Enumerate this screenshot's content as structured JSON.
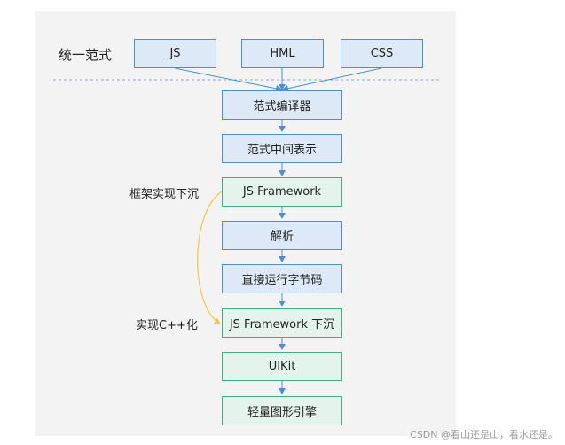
{
  "diagram": {
    "unified_label": "统一范式",
    "inputs": [
      "JS",
      "HML",
      "CSS"
    ],
    "steps": [
      "范式编译器",
      "范式中间表示",
      "JS Framework",
      "解析",
      "直接运行字节码",
      "JS Framework 下沉",
      "UIKit",
      "轻量图形引擎"
    ],
    "side_labels": {
      "sink": "框架实现下沉",
      "cpp": "实现C++化"
    },
    "colors": {
      "blue_border": "#4a8fd0",
      "blue_fill": "#dde9f7",
      "green_border": "#3fae82",
      "green_fill": "#e4f4ec",
      "arrow": "#4a8fd0",
      "curve": "#f5c542"
    }
  },
  "watermark": "CSDN @看山还是山，看水还是。"
}
